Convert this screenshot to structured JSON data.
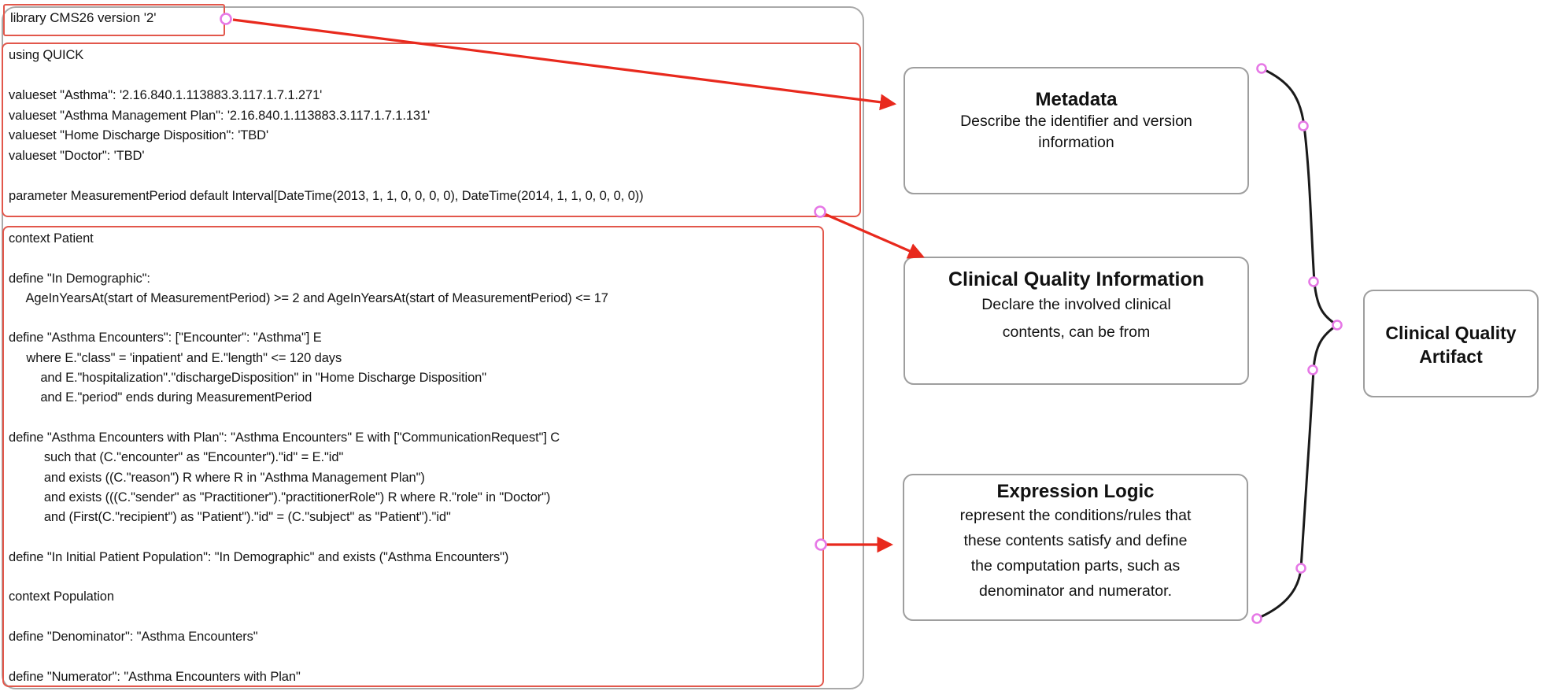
{
  "code_panel": {
    "section1": {
      "lines": [
        "library CMS26 version '2'"
      ]
    },
    "section2": {
      "lines": [
        "using QUICK",
        "",
        "valueset \"Asthma\": '2.16.840.1.113883.3.117.1.7.1.271'",
        "valueset \"Asthma Management Plan\": '2.16.840.1.113883.3.117.1.7.1.131'",
        "valueset \"Home Discharge Disposition\": 'TBD'",
        "valueset \"Doctor\": 'TBD'",
        "",
        "parameter MeasurementPeriod default Interval[DateTime(2013, 1, 1, 0, 0, 0, 0), DateTime(2014, 1, 1, 0, 0, 0, 0))"
      ]
    },
    "section3": {
      "lines": [
        "context Patient",
        "",
        "define \"In Demographic\":",
        "     AgeInYearsAt(start of MeasurementPeriod) >= 2 and AgeInYearsAt(start of MeasurementPeriod) <= 17",
        "",
        "define \"Asthma Encounters\": [\"Encounter\": \"Asthma\"] E",
        "     where E.\"class\" = 'inpatient' and E.\"length\" <= 120 days",
        "         and E.\"hospitalization\".\"dischargeDisposition\" in \"Home Discharge Disposition\"",
        "         and E.\"period\" ends during MeasurementPeriod",
        "",
        "define \"Asthma Encounters with Plan\": \"Asthma Encounters\" E with [\"CommunicationRequest\"] C",
        "          such that (C.\"encounter\" as \"Encounter\").\"id\" = E.\"id\"",
        "          and exists ((C.\"reason\") R where R in \"Asthma Management Plan\")",
        "          and exists (((C.\"sender\" as \"Practitioner\").\"practitionerRole\") R where R.\"role\" in \"Doctor\")",
        "          and (First(C.\"recipient\") as \"Patient\").\"id\" = (C.\"subject\" as \"Patient\").\"id\"",
        "",
        "define \"In Initial Patient Population\": \"In Demographic\" and exists (\"Asthma Encounters\")",
        "",
        "context Population",
        "",
        "define \"Denominator\": \"Asthma Encounters\"",
        "",
        "define \"Numerator\": \"Asthma Encounters with Plan\""
      ]
    }
  },
  "annotations": {
    "metadata": {
      "title": "Metadata",
      "body_lines": [
        "Describe the identifier and version",
        "information"
      ]
    },
    "clinical_quality_information": {
      "title": "Clinical Quality Information",
      "body_lines": [
        "Declare the involved clinical",
        "contents, can be from"
      ]
    },
    "expression_logic": {
      "title": "Expression Logic",
      "body_lines": [
        "represent the conditions/rules that",
        "these contents satisfy and define",
        "the computation parts, such as",
        "denominator and numerator."
      ]
    },
    "artifact": {
      "title": "Clinical Quality Artifact"
    }
  },
  "colors": {
    "highlight_box_red": "#e2574b",
    "arrow_red": "#e8291d",
    "connector_node_pink": "#e678e6",
    "frame_gray": "#a9a9a9",
    "note_border_gray": "#9e9e9e",
    "brace_black": "#1a1a1a",
    "background": "#ffffff",
    "text": "#141414"
  }
}
